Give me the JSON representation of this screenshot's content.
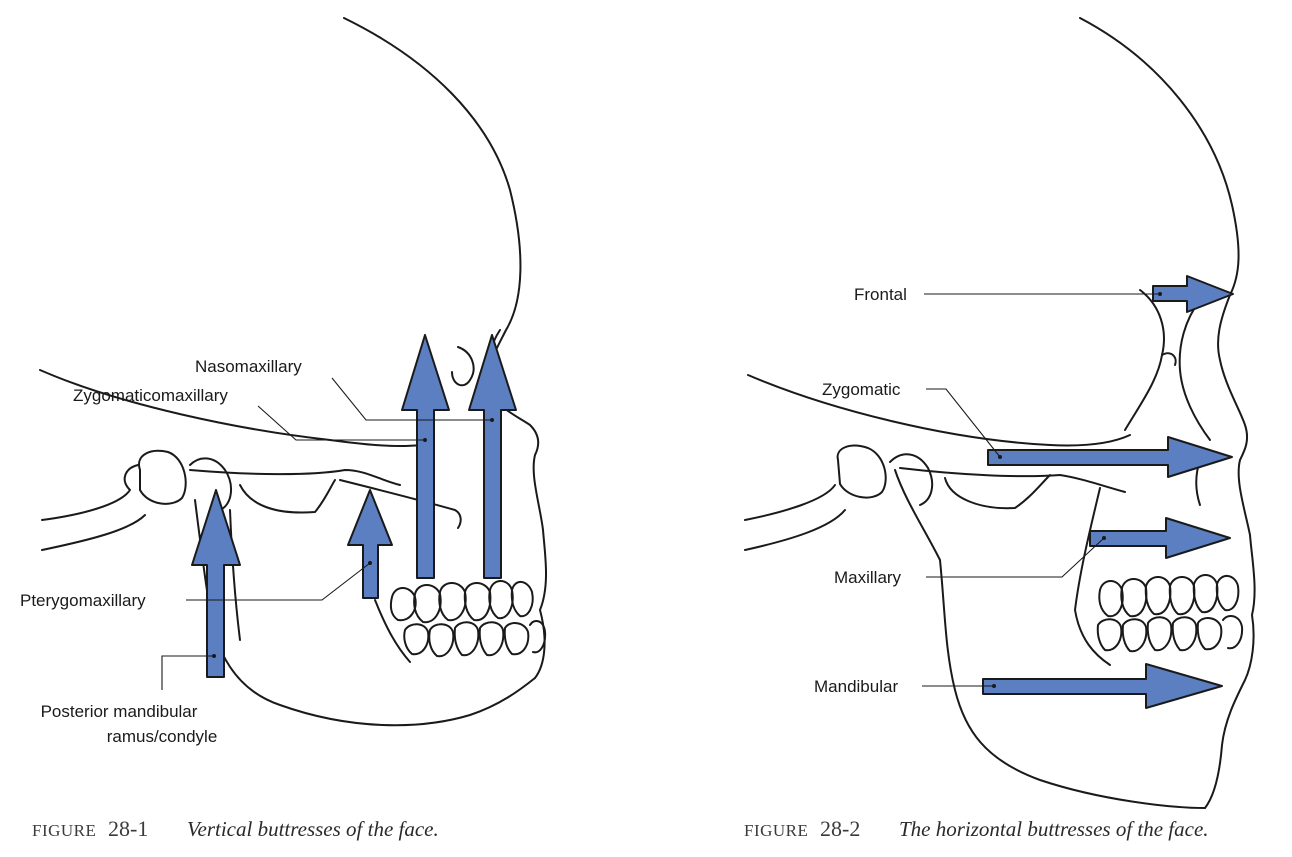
{
  "figure1": {
    "labels": {
      "nasomaxillary": "Nasomaxillary",
      "zygomaticomaxillary": "Zygomaticomaxillary",
      "pterygomaxillary": "Pterygomaxillary",
      "posterior_line1": "Posterior mandibular",
      "posterior_line2": "ramus/condyle"
    },
    "caption": {
      "prefix": "FIGURE",
      "number": "28-1",
      "text": "Vertical buttresses of the face."
    }
  },
  "figure2": {
    "labels": {
      "frontal": "Frontal",
      "zygomatic": "Zygomatic",
      "maxillary": "Maxillary",
      "mandibular": "Mandibular"
    },
    "caption": {
      "prefix": "FIGURE",
      "number": "28-2",
      "text": "The horizontal buttresses of the face."
    }
  },
  "colors": {
    "arrow_fill": "#5b7fc0",
    "line": "#1a1a1a"
  }
}
